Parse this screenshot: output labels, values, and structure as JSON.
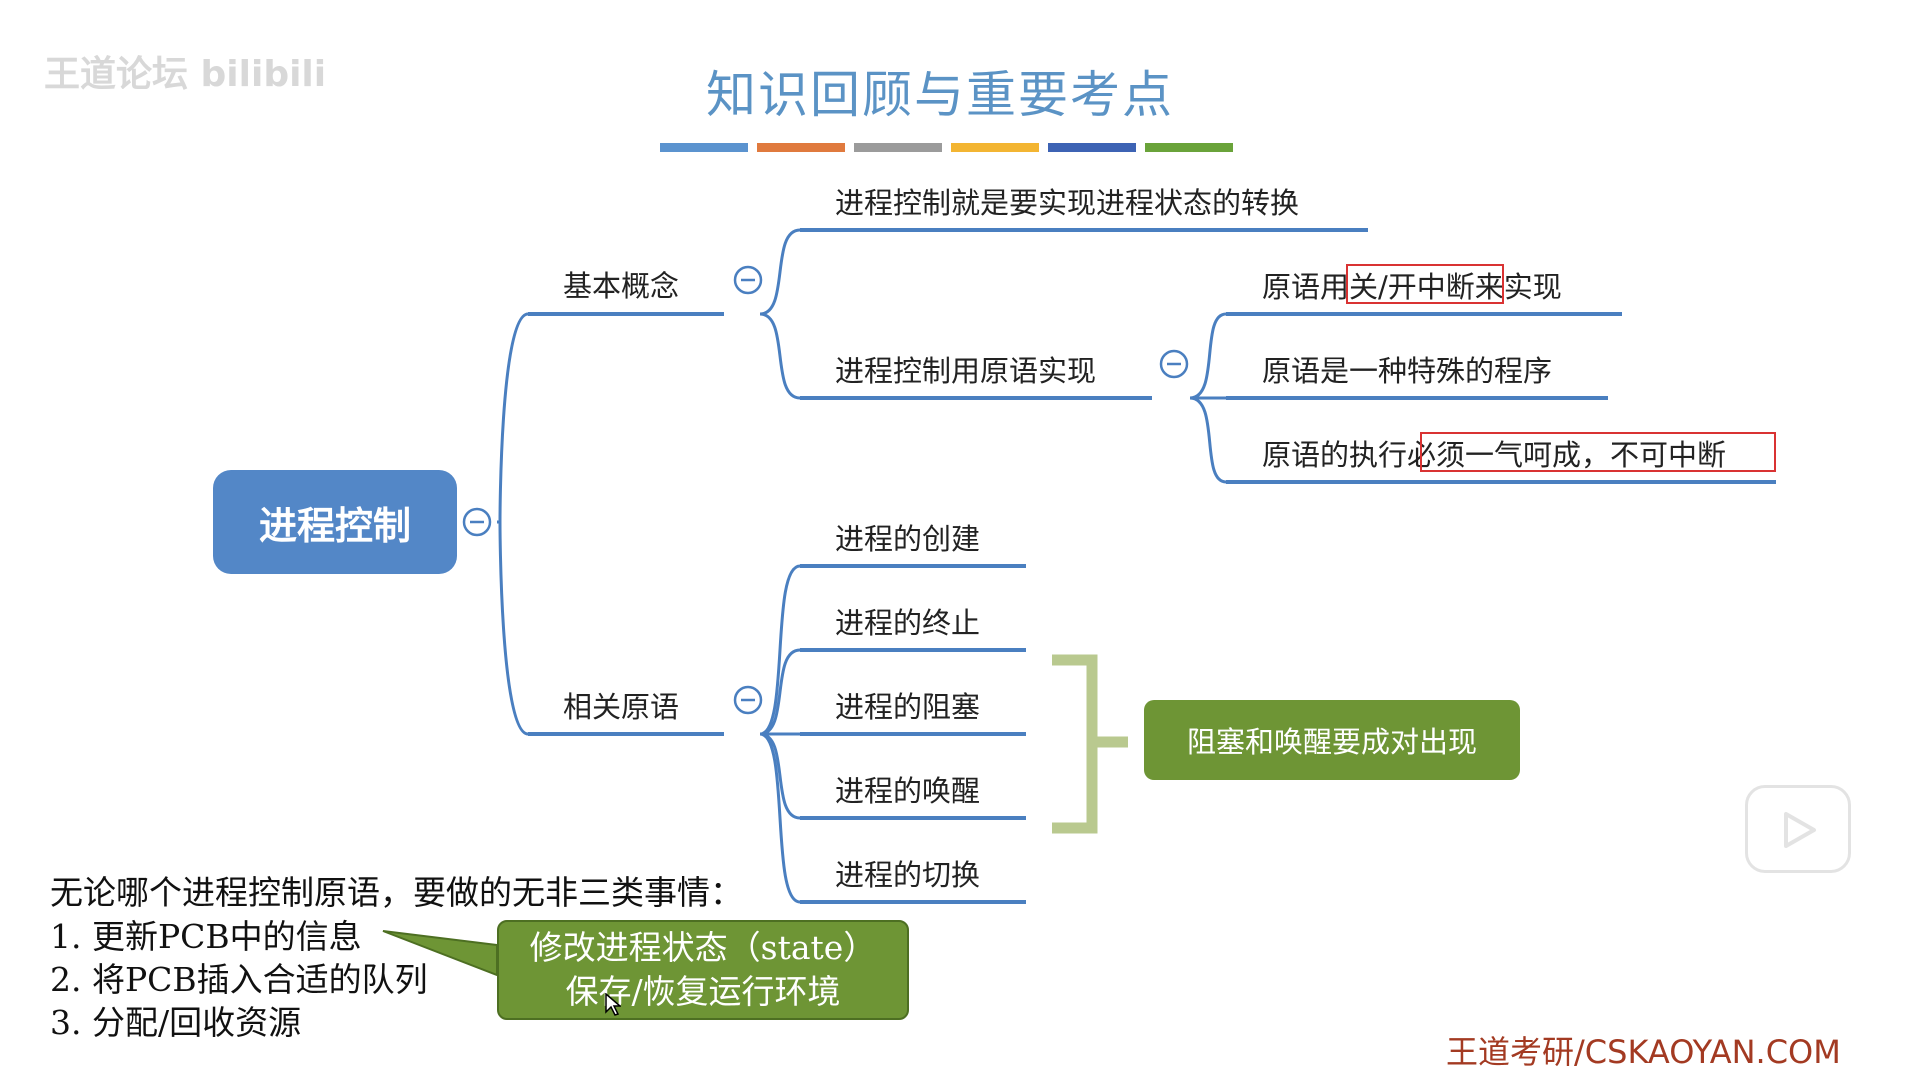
{
  "watermark": "王道论坛 bilibili",
  "title": "知识回顾与重要考点",
  "color_bars": [
    "#5b93cf",
    "#e07a3e",
    "#9b9b9b",
    "#f3b532",
    "#3d63b4",
    "#6aa33a"
  ],
  "root": "进程控制",
  "branches": {
    "basic": {
      "label": "基本概念",
      "items": [
        "进程控制就是要实现进程状态的转换",
        "进程控制用原语实现"
      ],
      "primitive_notes": [
        "原语用关/开中断来实现",
        "原语是一种特殊的程序",
        "原语的执行必须一气呵成，不可中断"
      ]
    },
    "related": {
      "label": "相关原语",
      "items": [
        "进程的创建",
        "进程的终止",
        "进程的阻塞",
        "进程的唤醒",
        "进程的切换"
      ],
      "pair_note": "阻塞和唤醒要成对出现"
    }
  },
  "bottom_note": {
    "heading": "无论哪个进程控制原语，要做的无非三类事情：",
    "items": [
      "1.   更新PCB中的信息",
      "2.   将PCB插入合适的队列",
      "3.   分配/回收资源"
    ],
    "callout": [
      "修改进程状态（state）",
      "保存/恢复运行环境"
    ]
  },
  "footer": "王道考研/CSKAOYAN.COM",
  "icons": [
    "collapse-icon",
    "play-icon",
    "cursor-icon"
  ]
}
